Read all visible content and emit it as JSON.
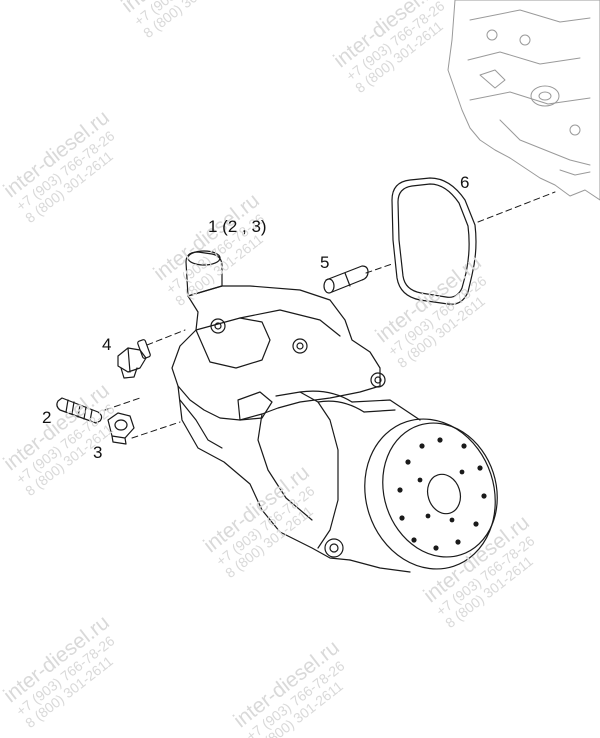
{
  "callouts": {
    "part1": "1 (2 , 3)",
    "part2": "2",
    "part3": "3",
    "part4": "4",
    "part5": "5",
    "part6": "6"
  },
  "watermark": {
    "site": "inter-diesel.ru",
    "phone1": "+7 (903) 766-78-26",
    "phone2": "8 (800) 301-2611"
  },
  "colors": {
    "line": "#1a1a1a",
    "watermark": "#d9d9d9",
    "background": "#ffffff"
  }
}
